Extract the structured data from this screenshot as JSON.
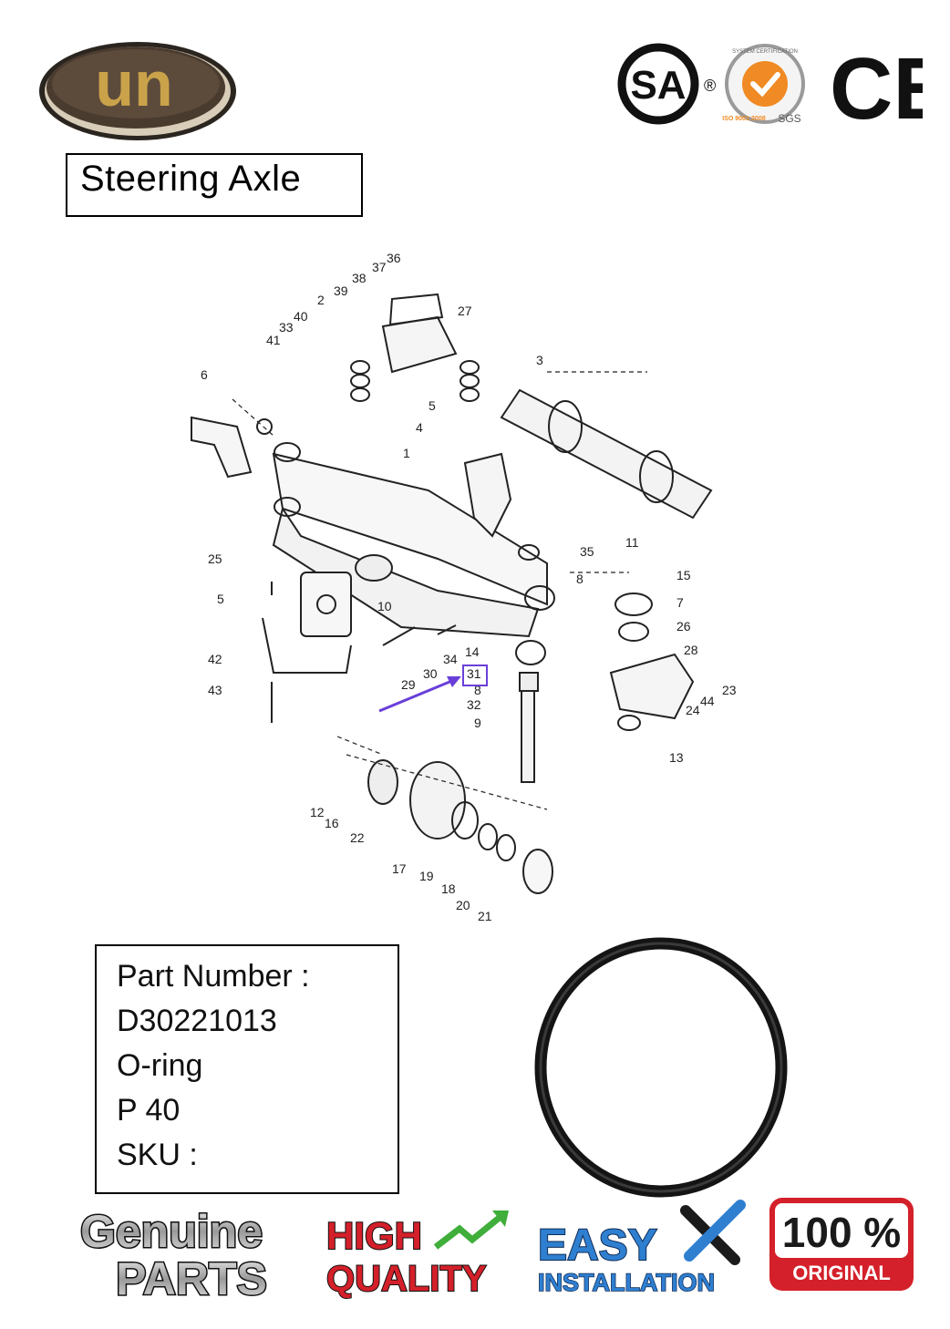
{
  "brand": {
    "logo_text": "un",
    "colors": {
      "gold": "#c9a24a",
      "dark": "#3a2d22"
    }
  },
  "certifications": {
    "csa": "SA",
    "registered": "®",
    "sgs_arc_text": "SYSTEM CERTIFICATION",
    "iso_text": "ISO 9001:2008",
    "sgs": "SGS",
    "ce": "CE",
    "colors": {
      "orange": "#f08a24"
    }
  },
  "title": "Steering Axle",
  "diagram": {
    "highlighted_part": "31",
    "callouts": [
      "36",
      "37",
      "38",
      "39",
      "2",
      "27",
      "40",
      "33",
      "41",
      "6",
      "3",
      "5",
      "4",
      "1",
      "11",
      "35",
      "8",
      "25",
      "15",
      "5",
      "7",
      "10",
      "26",
      "42",
      "30",
      "34",
      "14",
      "28",
      "31",
      "29",
      "23",
      "8",
      "44",
      "24",
      "43",
      "32",
      "9",
      "13",
      "12",
      "16",
      "22",
      "17",
      "19",
      "18",
      "20",
      "21"
    ],
    "highlight_color": "#6a3fd9"
  },
  "part_info": {
    "label": "Part Number :",
    "number": "D30221013",
    "name": "O-ring",
    "size": "P 40",
    "sku_label": "SKU :"
  },
  "badges": {
    "genuine_line1": "Genuine",
    "genuine_line2": "PARTS",
    "quality_line1": "HIGH",
    "quality_line2": "QUALITY",
    "easy_line1": "EASY",
    "easy_line2": "INSTALLATION",
    "original_line1": "100 %",
    "original_line2": "ORIGINAL",
    "colors": {
      "red": "#d4202a",
      "blue": "#2f7fd1",
      "green": "#3fae3a"
    }
  }
}
